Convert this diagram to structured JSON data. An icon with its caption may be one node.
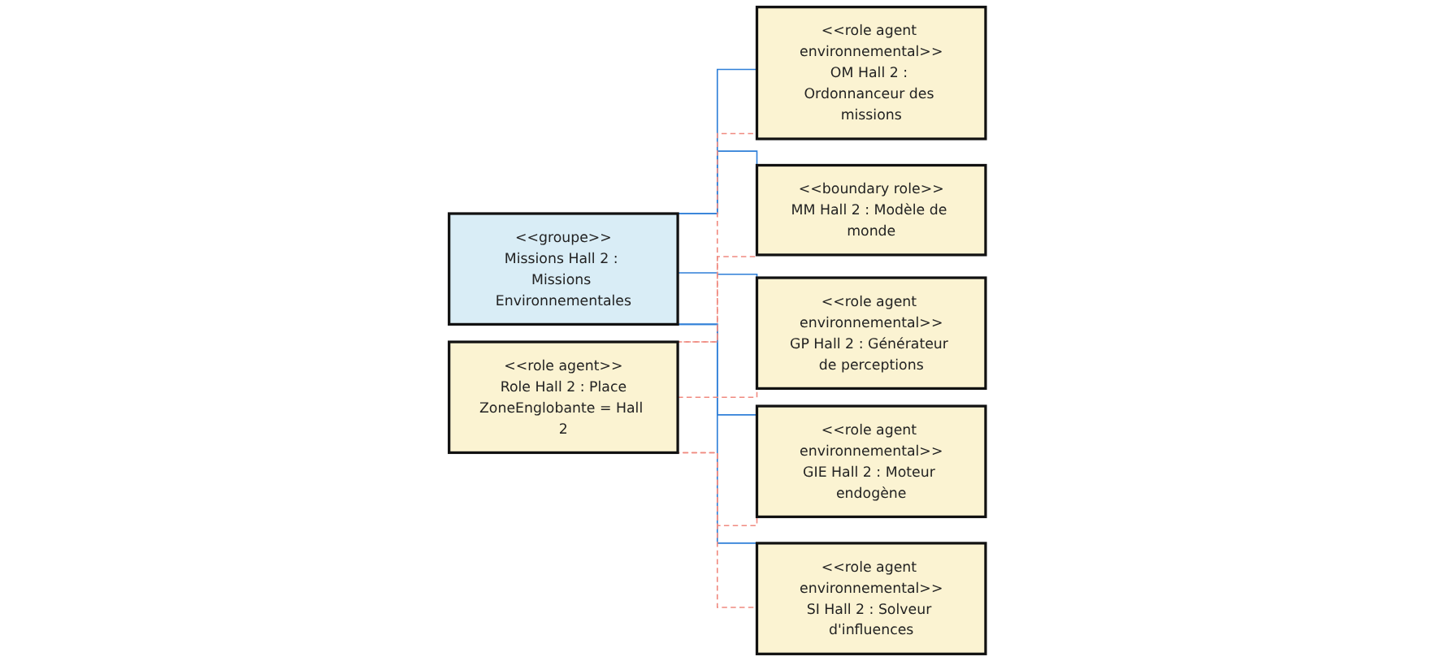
{
  "diagram": {
    "nodes": [
      {
        "text": [
          "<<role agent environnemental>>",
          "OM Hall 2 : Ordonnanceur des missions"
        ]
      },
      {
        "text": [
          "<<role agent>>",
          "Role Hall 2 : Place",
          "ZoneEnglobante = Hall 2"
        ]
      },
      {
        "text": [
          "<<boundary role>>",
          "MM Hall 2 : Modèle de monde"
        ]
      },
      {
        "text": [
          "<<groupe>>",
          "Missions Hall 2 : Missions Environnementales"
        ]
      },
      {
        "text": [
          "<<role agent environnemental>>",
          "GP Hall 2 : Générateur de perceptions"
        ]
      },
      {
        "text": [
          "<<role agent environnemental>>",
          "GIE Hall 2 : Moteur endogène"
        ]
      },
      {
        "text": [
          "<<role agent environnemental>>",
          "SI Hall 2 : Solveur d'influences"
        ]
      }
    ],
    "edges": [
      {
        "from": 3,
        "to": 0,
        "arrow": "none",
        "color": "#2f7fd8"
      },
      {
        "from": 3,
        "to": 2,
        "arrow": "none",
        "color": "#2f7fd8"
      },
      {
        "from": 3,
        "to": 4,
        "arrow": "none",
        "color": "#2f7fd8"
      },
      {
        "from": 3,
        "to": 5,
        "arrow": "none",
        "color": "#2f7fd8"
      },
      {
        "from": 3,
        "to": 6,
        "arrow": "none",
        "color": "#2f7fd8"
      },
      {
        "from": 1,
        "to": 0,
        "arrow": "none",
        "style": "dashed",
        "color": "#f08a80"
      },
      {
        "from": 1,
        "to": 2,
        "arrow": "none",
        "style": "dashed",
        "color": "#f08a80"
      },
      {
        "from": 1,
        "to": 4,
        "arrow": "none",
        "style": "dashed",
        "color": "#f08a80"
      },
      {
        "from": 1,
        "to": 5,
        "arrow": "none",
        "style": "dashed",
        "color": "#f08a80"
      },
      {
        "from": 1,
        "to": 6,
        "arrow": "none",
        "style": "dashed",
        "color": "#f08a80"
      }
    ]
  }
}
